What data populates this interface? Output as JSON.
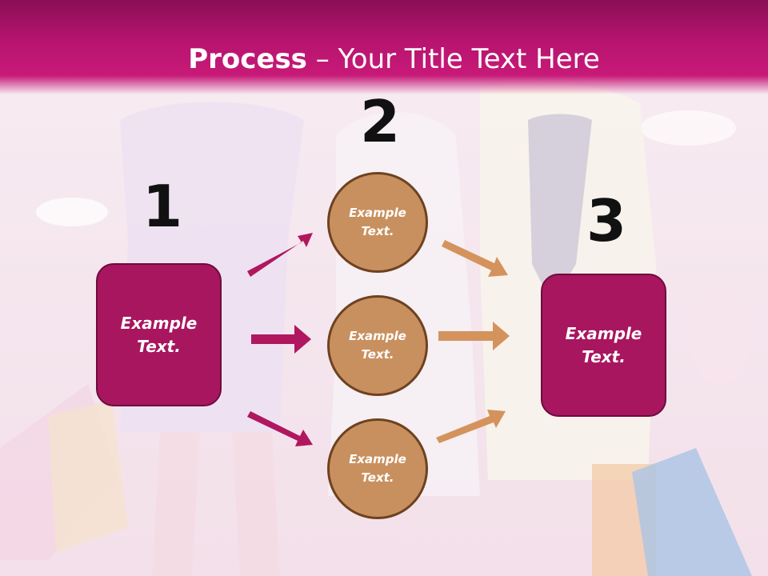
{
  "header": {
    "title_bold": "Process",
    "title_rest": " – Your Title Text Here"
  },
  "steps": [
    {
      "number": "1",
      "label_line1": "Example",
      "label_line2": "Text."
    },
    {
      "number": "2"
    },
    {
      "number": "3",
      "label_line1": "Example",
      "label_line2": "Text."
    }
  ],
  "circles": [
    {
      "line1": "Example",
      "line2": "Text."
    },
    {
      "line1": "Example",
      "line2": "Text."
    },
    {
      "line1": "Example",
      "line2": "Text."
    }
  ],
  "colors": {
    "header": "#c81a78",
    "box_fill": "#a8165f",
    "circle_fill": "#c9905f",
    "arrow_magenta": "#b0175f",
    "arrow_tan": "#d4935c"
  }
}
